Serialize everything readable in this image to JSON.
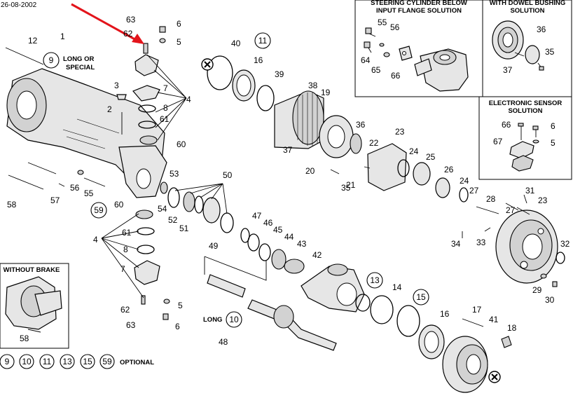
{
  "header": {
    "date": "26-08-2002"
  },
  "insets": {
    "steering": {
      "title_line1": "STEERING CYLINDER BELOW",
      "title_line2": "INPUT FLANGE SOLUTION"
    },
    "dowel": {
      "title_line1": "WITH DOWEL BUSHING",
      "title_line2": "SOLUTION"
    },
    "sensor": {
      "title_line1": "ELECTRONIC SENSOR",
      "title_line2": "SOLUTION"
    },
    "without_brake": {
      "title": "WITHOUT BRAKE"
    }
  },
  "notes": {
    "long_or_special_1": "LONG OR",
    "long_or_special_2": "SPECIAL",
    "long": "LONG",
    "optional": "OPTIONAL"
  },
  "optional_items": [
    "9",
    "10",
    "11",
    "13",
    "15",
    "59"
  ],
  "part_numbers": {
    "p1": "1",
    "p2": "2",
    "p3": "3",
    "p4a": "4",
    "p4b": "4",
    "p5a": "5",
    "p5b": "5",
    "p5c": "5",
    "p6a": "6",
    "p6b": "6",
    "p6c": "6",
    "p7a": "7",
    "p7b": "7",
    "p8a": "8",
    "p8b": "8",
    "p9": "9",
    "p10": "10",
    "p11": "11",
    "p12": "12",
    "p13": "13",
    "p14": "14",
    "p15": "15",
    "p16a": "16",
    "p16b": "16",
    "p17": "17",
    "p18": "18",
    "p19": "19",
    "p20": "20",
    "p21": "21",
    "p22": "22",
    "p23a": "23",
    "p23b": "23",
    "p24a": "24",
    "p24b": "24",
    "p25": "25",
    "p26": "26",
    "p27a": "27",
    "p27b": "27",
    "p28": "28",
    "p29": "29",
    "p30": "30",
    "p31": "31",
    "p32": "32",
    "p33": "33",
    "p34": "34",
    "p35a": "35",
    "p35b": "35",
    "p36a": "36",
    "p36b": "36",
    "p37a": "37",
    "p37b": "37",
    "p38": "38",
    "p39": "39",
    "p40": "40",
    "p41": "41",
    "p42": "42",
    "p43": "43",
    "p44": "44",
    "p45": "45",
    "p46": "46",
    "p47": "47",
    "p48": "48",
    "p49": "49",
    "p50": "50",
    "p51": "51",
    "p52": "52",
    "p53": "53",
    "p54": "54",
    "p55a": "55",
    "p55b": "55",
    "p56a": "56",
    "p56b": "56",
    "p57": "57",
    "p58a": "58",
    "p58b": "58",
    "p59": "59",
    "p60a": "60",
    "p60b": "60",
    "p61a": "61",
    "p61b": "61",
    "p62a": "62",
    "p62b": "62",
    "p63a": "63",
    "p63b": "63",
    "p64": "64",
    "p65": "65",
    "p66a": "66",
    "p66b": "66",
    "p67": "67"
  },
  "colors": {
    "line": "#000000",
    "arrow": "#e3141b",
    "background": "#ffffff",
    "part_fill": "#e6e6e6"
  }
}
